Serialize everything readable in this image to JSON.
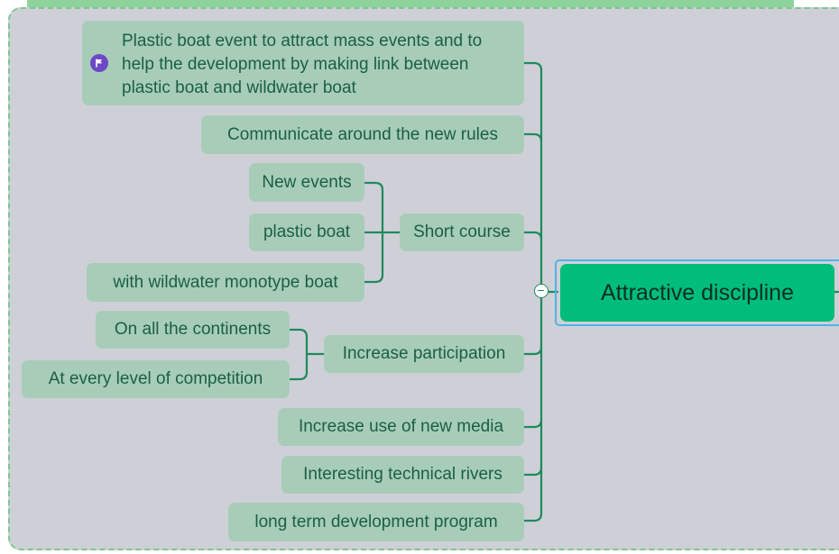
{
  "central_topic": "Attractive discipline",
  "branches": {
    "plastic_boat_event": "Plastic boat event to attract mass events and to help the development by making link between plastic boat and wildwater boat",
    "communicate_rules": "Communicate around the new rules",
    "short_course": {
      "label": "Short course",
      "children": [
        "New events",
        "plastic boat",
        "with wildwater monotype boat"
      ]
    },
    "increase_participation": {
      "label": "Increase participation",
      "children": [
        "On all the continents",
        "At every level of competition"
      ]
    },
    "new_media": "Increase use of new media",
    "technical_rivers": "Interesting technical rivers",
    "long_term": "long term development program"
  },
  "colors": {
    "central_fill": "#00bd7a",
    "node_fill": "#a7cdb9",
    "connector": "#1f8a5e",
    "canvas": "#cfd0d7",
    "flag_marker": "#6d49c6"
  },
  "icons": {
    "marker": "flag-icon",
    "collapse": "collapse-minus-icon"
  }
}
